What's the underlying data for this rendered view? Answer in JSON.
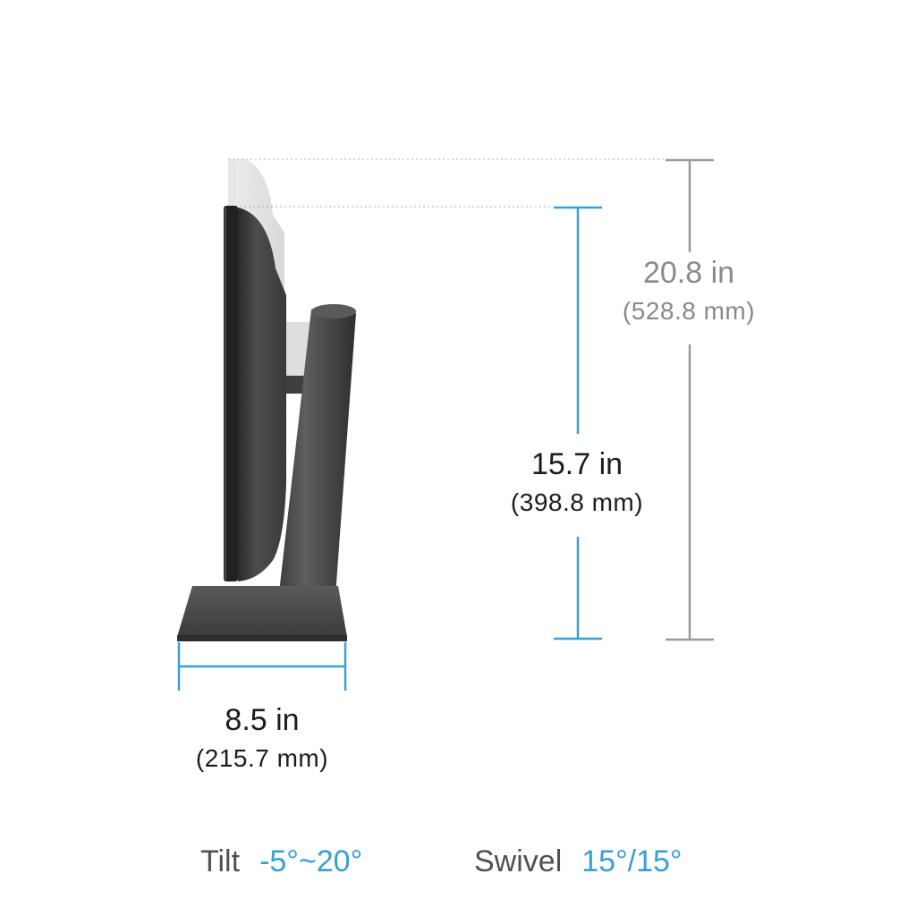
{
  "dimensions": {
    "max_height": {
      "primary": "20.8 in",
      "secondary": "(528.8 mm)",
      "color": "#8a8a8a"
    },
    "min_height": {
      "primary": "15.7 in",
      "secondary": "(398.8 mm)",
      "color": "#3a9fd6"
    },
    "base_depth": {
      "primary": "8.5 in",
      "secondary": "(215.7 mm)",
      "color": "#3a9fd6"
    }
  },
  "specs": {
    "tilt": {
      "label": "Tilt",
      "value": "-5°~20°"
    },
    "swivel": {
      "label": "Swivel",
      "value": "15°/15°"
    }
  },
  "colors": {
    "accent": "#3a9fd6",
    "gray_line": "#9a9a9a",
    "monitor_body": "#4a4a4a",
    "monitor_ghost": "#d9d9d9"
  }
}
